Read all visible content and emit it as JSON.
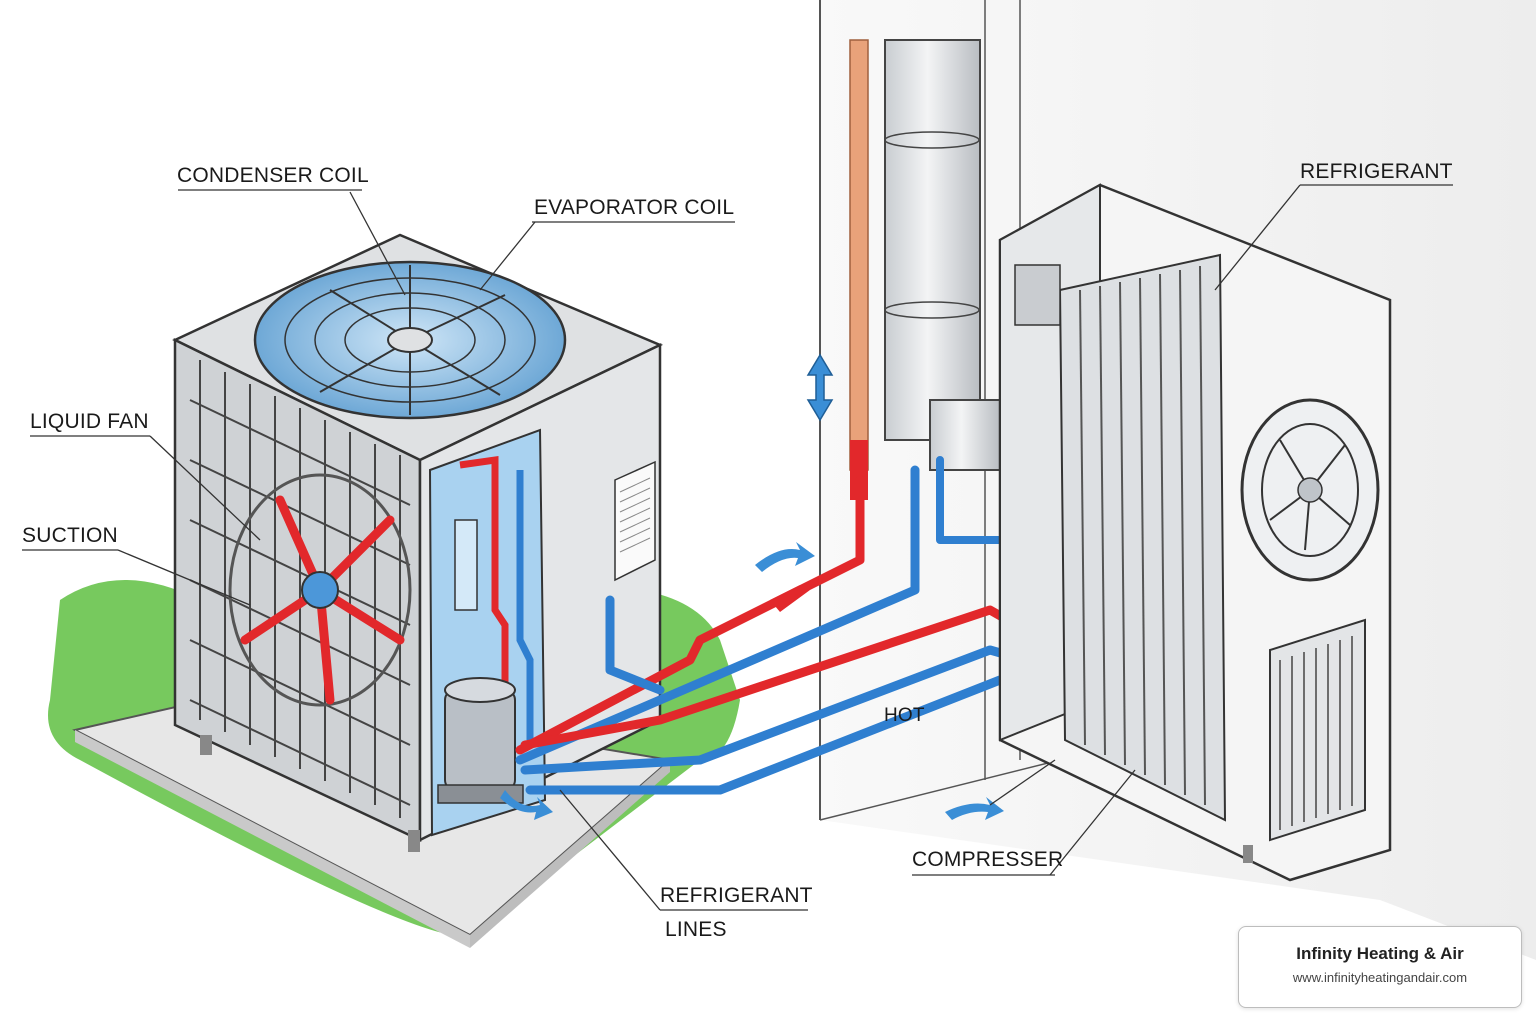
{
  "labels": {
    "condenser_coil": "CONDENSER COIL",
    "evaporator_coil": "EVAPORATOR COIL",
    "liquid_fan": "LIQUID FAN",
    "suction": "SUCTION",
    "refrigerant_lines_1": "REFRIGERANT",
    "refrigerant_lines_2": "LINES",
    "hot": "HOT",
    "refrigerant": "REFRIGERANT",
    "compresser": "COMPRESSER"
  },
  "brand": {
    "name": "Infinity Heating & Air",
    "url": "www.infinityheatingandair.com"
  },
  "colors": {
    "hot_line": "#e2282b",
    "cold_line": "#2f7fd0",
    "grass": "#55b43a",
    "unit_metal": "#d9dcdf",
    "copper": "#e9a27a"
  }
}
